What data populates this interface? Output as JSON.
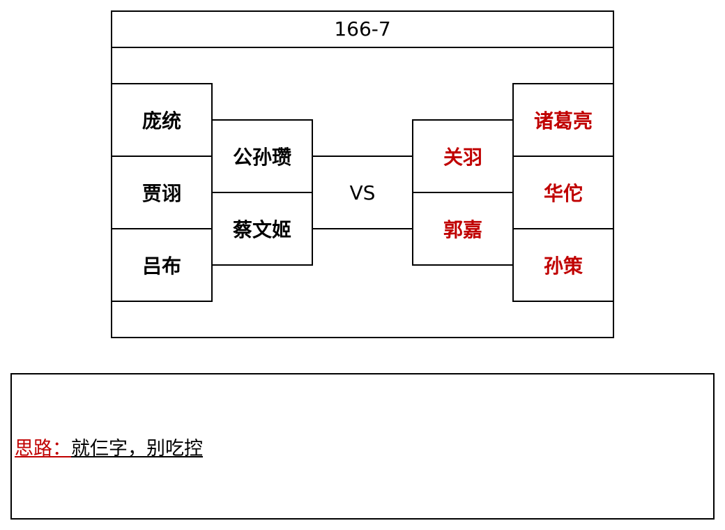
{
  "title": "166-7",
  "vs": "VS",
  "left_team": {
    "outer": [
      "庞统",
      "贾诩",
      "吕布"
    ],
    "inner": [
      "公孙瓒",
      "蔡文姬"
    ]
  },
  "right_team": {
    "inner": [
      "关羽",
      "郭嘉"
    ],
    "outer": [
      "诸葛亮",
      "华佗",
      "孙策"
    ]
  },
  "note": {
    "label": "思路：",
    "text": "就仨字，别吃控"
  },
  "colors": {
    "right_team_text": "#c00000",
    "note_label": "#c00000"
  }
}
